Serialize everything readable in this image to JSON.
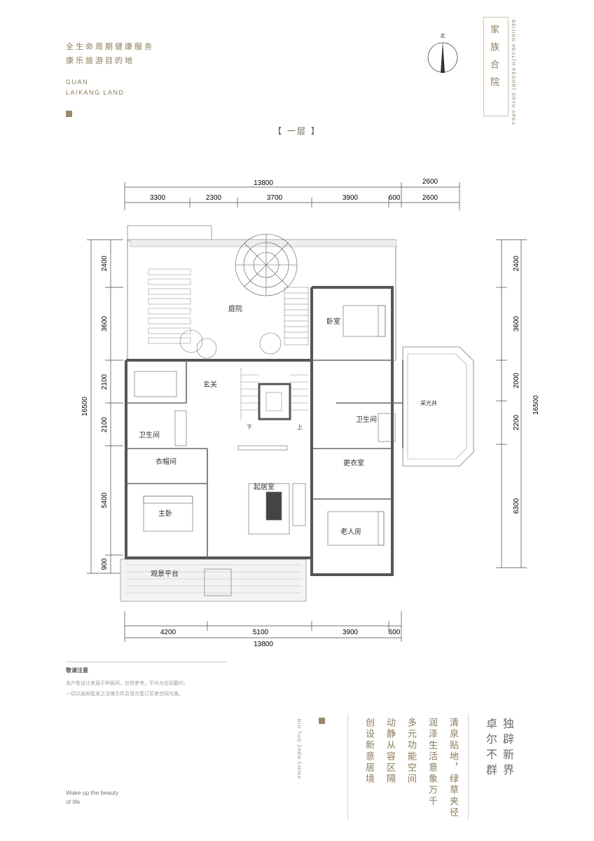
{
  "header": {
    "tagline_1": "全生命周期健康服务",
    "tagline_2": "康乐旅游目的地",
    "brand_en_1": "GUAN",
    "brand_en_2": "LAIKANG LAND",
    "north_label": "北",
    "brand_vertical": "家族合院",
    "brand_vertical_en": "BEIJING HEALTH RESORT ERYU AREA"
  },
  "floor_label": "【 一层 】",
  "plan": {
    "top_total": "13800",
    "top_right_total": "2600",
    "top_segments": [
      "3300",
      "2300",
      "3700",
      "3900",
      "600",
      "2600"
    ],
    "left_total": "16500",
    "left_segments": [
      "2400",
      "3600",
      "2100",
      "2100",
      "5400",
      "900"
    ],
    "right_total": "16500",
    "right_segments": [
      "2400",
      "3600",
      "2000",
      "2200",
      "6300"
    ],
    "bottom_segments": [
      "4200",
      "5100",
      "3900",
      "600"
    ],
    "bottom_total": "13800",
    "rooms": {
      "courtyard": "庭院",
      "bedroom": "卧室",
      "foyer": "玄关",
      "bathroom_right": "卫生间",
      "lightwell": "采光井",
      "bathroom_left": "卫生间",
      "closet": "衣帽间",
      "dressing": "更衣室",
      "living": "起居室",
      "master": "主卧",
      "elder": "老人房",
      "terrace": "观景平台",
      "stair_down": "下",
      "stair_up": "上"
    }
  },
  "notice": {
    "title": "敬请注意",
    "line_1": "本户型设计来源于样板间，仅供参考，不作为合同要约，",
    "line_2": "一切以政府批准之法律文件及双方签订买卖合同为准。"
  },
  "footer": {
    "location_vertical": "NIU TUO ZHEN CHINA",
    "col_1": "创设新意居境",
    "col_2": "动静从容区隔",
    "col_3": "多元功能空间",
    "col_4": "润泽生活意象万千",
    "col_5": "清泉贴地，绿草夹径",
    "big_1": "卓尔不群",
    "big_2": "独辟新界",
    "wake_1": "Wake up the beauty",
    "wake_2": "of life"
  }
}
